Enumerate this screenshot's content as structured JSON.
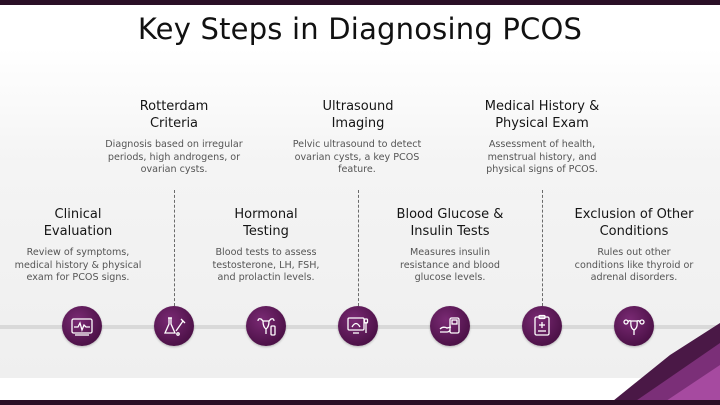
{
  "title": "Key Steps in Diagnosing PCOS",
  "steps": [
    {
      "title": "Clinical Evaluation",
      "desc": "Review of symptoms, medical history & physical exam for PCOS signs.",
      "icon": "clipboard-chart-icon"
    },
    {
      "title": "Rotterdam Criteria",
      "desc": "Diagnosis based on irregular periods, high androgens, or ovarian cysts.",
      "icon": "flask-syringe-icon"
    },
    {
      "title": "Hormonal Testing",
      "desc": "Blood tests to assess testosterone, LH, FSH, and prolactin levels.",
      "icon": "uterus-test-icon"
    },
    {
      "title": "Ultrasound Imaging",
      "desc": "Pelvic ultrasound to detect ovarian cysts, a key PCOS feature.",
      "icon": "ultrasound-monitor-icon"
    },
    {
      "title": "Blood Glucose & Insulin Tests",
      "desc": "Measures insulin resistance and blood glucose levels.",
      "icon": "glucose-meter-icon"
    },
    {
      "title": "Medical History & Physical Exam",
      "desc": "Assessment of health, menstrual history, and physical signs of PCOS.",
      "icon": "medical-record-icon"
    },
    {
      "title": "Exclusion of Other Conditions",
      "desc": "Rules out other conditions like thyroid or adrenal disorders.",
      "icon": "uterus-icon"
    }
  ],
  "colors": {
    "accent": "#4e1249",
    "line": "#d9d9d9",
    "bar": "#2a0f26"
  }
}
